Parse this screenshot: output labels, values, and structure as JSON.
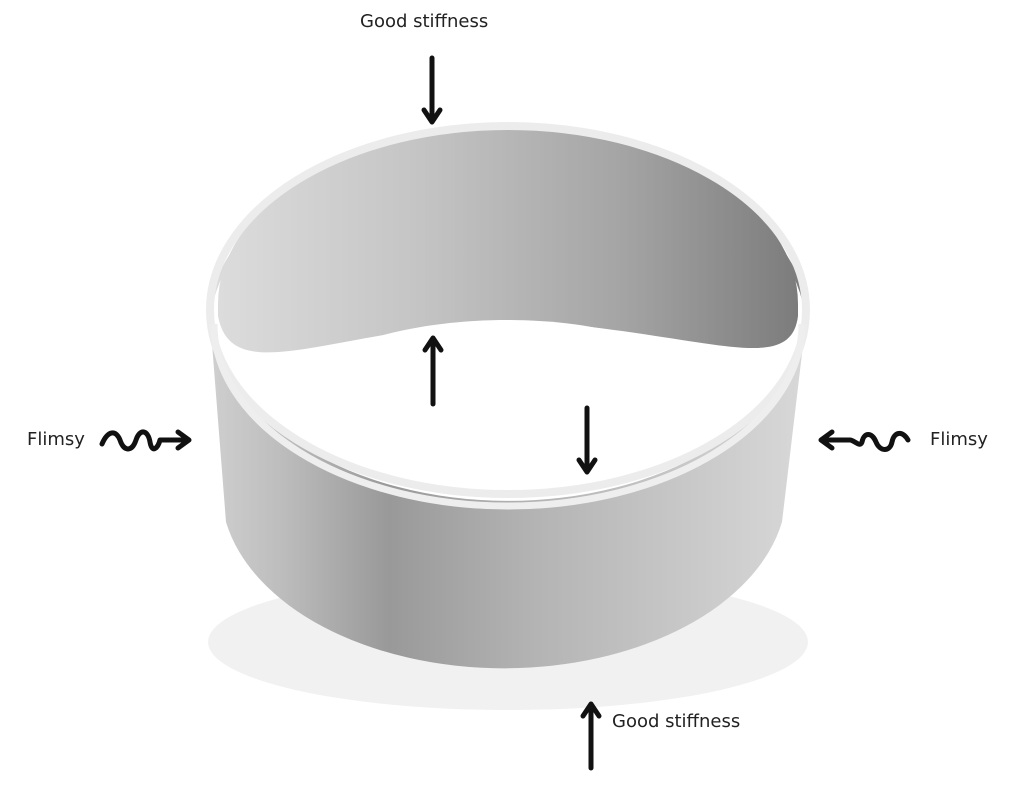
{
  "labels": {
    "top_label": "Good stiffness",
    "bottom_label": "Good stiffness",
    "left_label": "Flimsy",
    "right_label": "Flimsy"
  },
  "colors": {
    "ring_outer_light": "#d2d2d2",
    "ring_outer_dark": "#8c8c8c",
    "ring_inner_light": "#d6d6d6",
    "ring_inner_dark": "#7e7e7e",
    "rim": "#ededed",
    "arrow": "#111111",
    "background": "#ffffff"
  }
}
